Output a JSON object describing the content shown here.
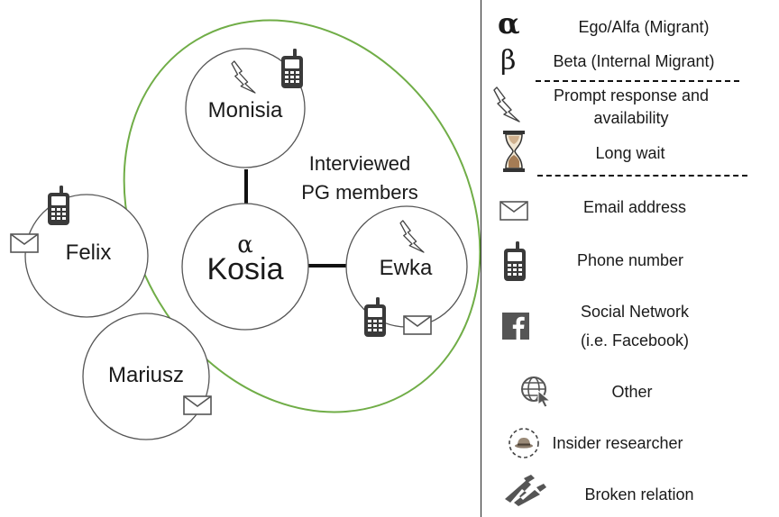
{
  "diagram": {
    "nodes": {
      "ego": {
        "symbol": "α",
        "name": "Kosia"
      },
      "monisia": {
        "name": "Monisia"
      },
      "ewka": {
        "name": "Ewka"
      },
      "felix": {
        "name": "Felix"
      },
      "mariusz": {
        "name": "Mariusz"
      }
    },
    "group_label_line1": "Interviewed",
    "group_label_line2": "PG members",
    "colors": {
      "group_outline": "#70ad47",
      "stroke": "#333333",
      "icon": "#3a3a3a"
    }
  },
  "legend": {
    "items": [
      {
        "icon": "alpha-symbol",
        "symbol": "α",
        "label": "Ego/Alfa (Migrant)"
      },
      {
        "icon": "beta-symbol",
        "symbol": "β",
        "label": "Beta (Internal Migrant)"
      },
      {
        "icon": "lightning-icon",
        "label_line1": "Prompt response and",
        "label_line2": "availability"
      },
      {
        "icon": "hourglass-icon",
        "label": "Long wait"
      },
      {
        "icon": "envelope-icon",
        "label": "Email address"
      },
      {
        "icon": "mobile-phone-icon",
        "label": "Phone number"
      },
      {
        "icon": "facebook-icon",
        "label_line1": "Social Network",
        "label_line2": "(i.e. Facebook)"
      },
      {
        "icon": "globe-cursor-icon",
        "label": "Other"
      },
      {
        "icon": "insider-hat-icon",
        "label": "Insider researcher"
      },
      {
        "icon": "broken-relation-icon",
        "label": "Broken relation"
      }
    ]
  }
}
